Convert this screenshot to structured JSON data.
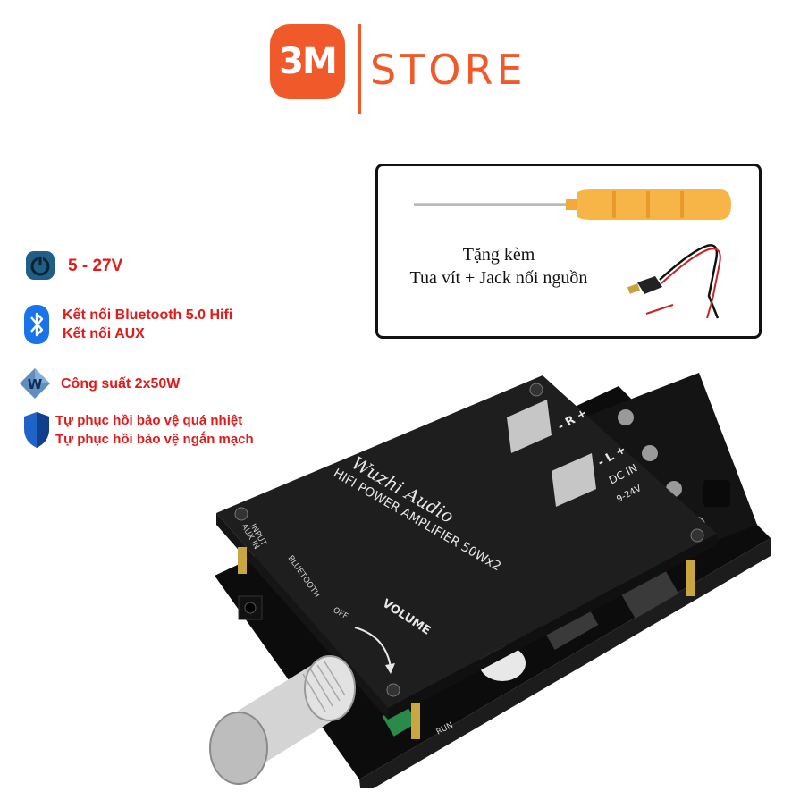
{
  "logo": {
    "badge": "3M",
    "store": "STORE"
  },
  "gift": {
    "line1": "Tặng kèm",
    "line2": "Tua vít + Jack nối nguồn"
  },
  "features": {
    "power": "5 - 27V",
    "bt_line1": "Kết nối Bluetooth 5.0 Hifi",
    "bt_line2": "Kết nối AUX",
    "watt": "Công suất 2x50W",
    "prot_line1": "Tự phục hồi bảo vệ quá nhiệt",
    "prot_line2": "Tự phục hồi bảo vệ ngắn mạch"
  },
  "board": {
    "brand": "Wuzhi Audio",
    "model": "HIFI POWER AMPLIFIER 50Wx2",
    "input": "INPUT",
    "aux": "AUX IN",
    "bt": "BLUETOOTH",
    "volume": "VOLUME",
    "off": "OFF",
    "dcin": "DC IN",
    "voltage": "9-24V",
    "r": "- R +",
    "l": "- L +",
    "run": "RUN"
  },
  "colors": {
    "brand": "#f05a2a",
    "feature_text": "#e11b1b",
    "power_icon": "#1f5e86",
    "bt_icon": "#1a73e8"
  },
  "icons": [
    "power-icon",
    "bluetooth-icon",
    "watt-icon",
    "shield-icon"
  ]
}
